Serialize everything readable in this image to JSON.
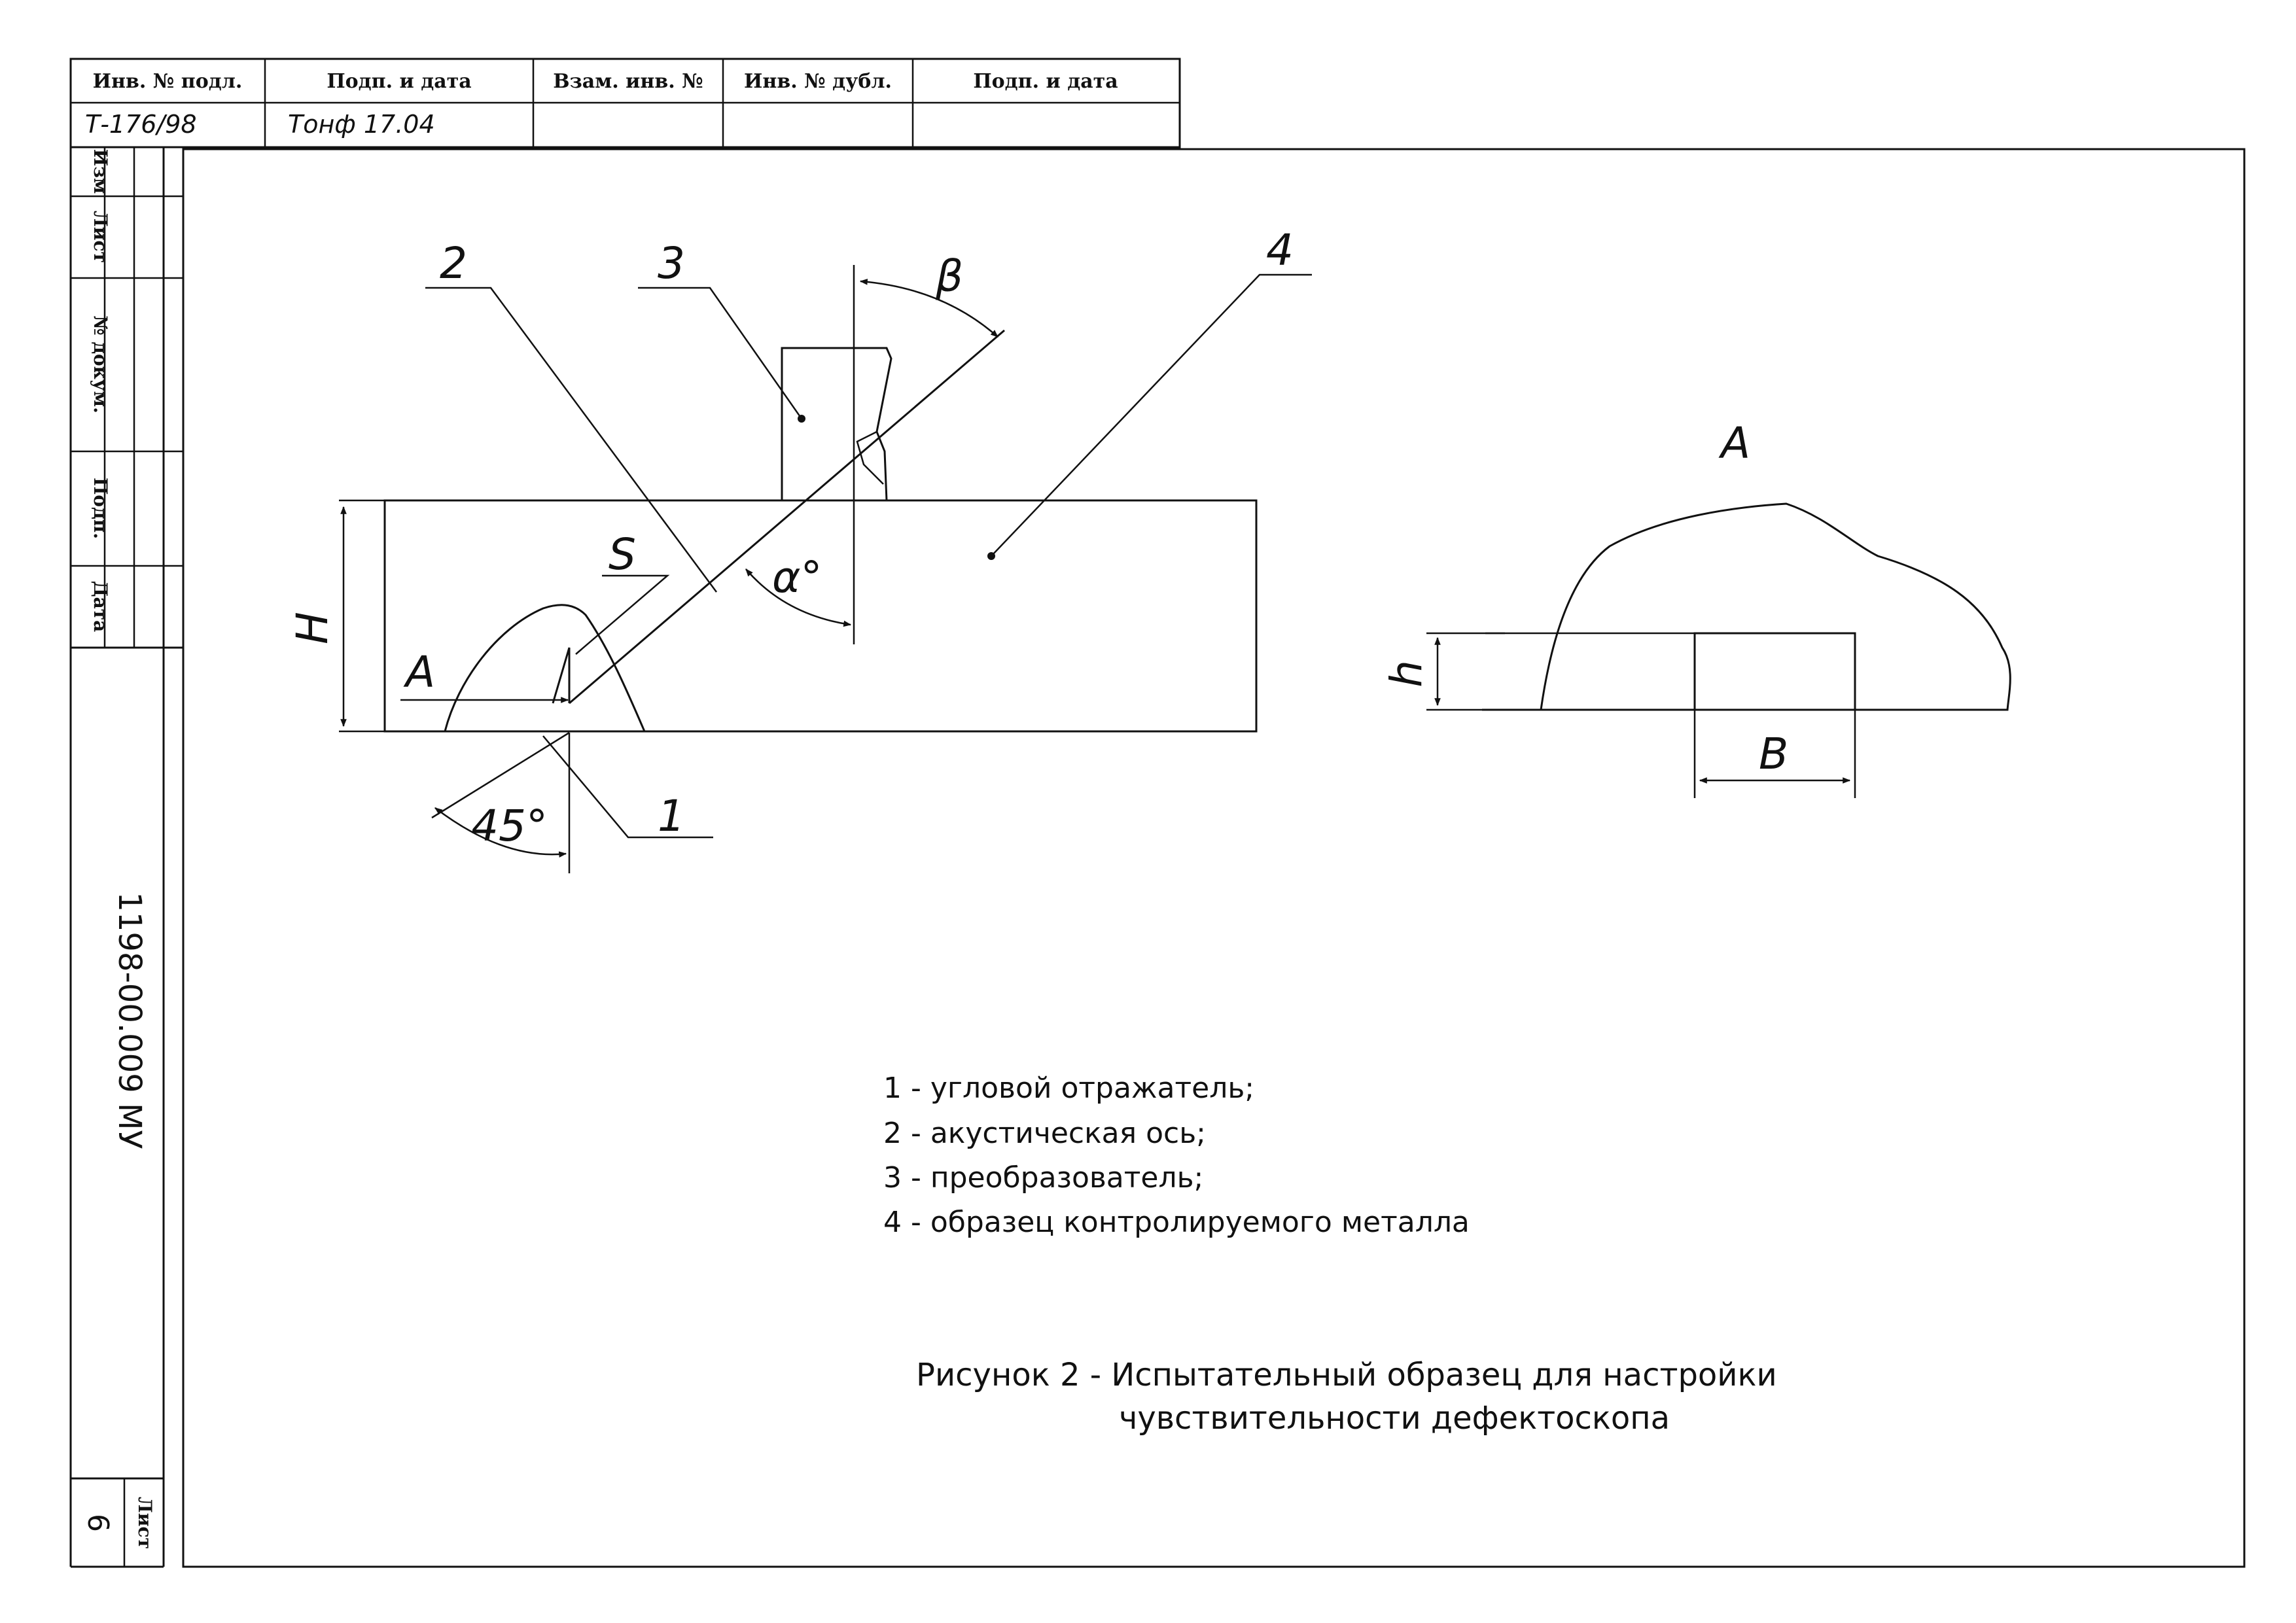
{
  "stamp": {
    "headers": [
      "Инв. № подл.",
      "Подп. и дата",
      "Взам. инв. №",
      "Инв. № дубл.",
      "Подп. и дата"
    ],
    "values": [
      "Т-176/98",
      "Тонф 17.04",
      "",
      "",
      ""
    ]
  },
  "side_stamp": {
    "labels": [
      "Изм",
      "Лист",
      "№ докум.",
      "Подп.",
      "Дата"
    ]
  },
  "document_number": "1198-00.009 МУ",
  "sheet": {
    "label": "Лист",
    "number": "6"
  },
  "diagram": {
    "labels": {
      "pos1": "1",
      "pos2": "2",
      "pos3": "3",
      "pos4": "4",
      "S": "S",
      "H": "H",
      "A_left": "A",
      "alpha": "α°",
      "beta": "β",
      "angle45": "45°",
      "view_A": "A",
      "h": "h",
      "B": "B"
    }
  },
  "legend": [
    "1 - угловой отражатель;",
    "2 - акустическая ось;",
    "3 - преобразователь;",
    "4 - образец контролируемого металла"
  ],
  "caption": {
    "line1": "Рисунок 2 - Испытательный образец для настройки",
    "line2": "чувствительности дефектоскопа"
  }
}
